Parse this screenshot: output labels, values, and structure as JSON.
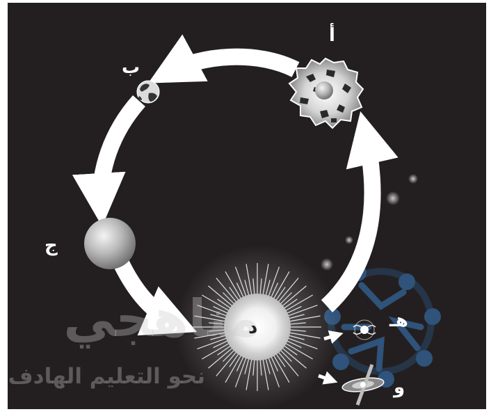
{
  "diagram": {
    "labels": {
      "a": "أ",
      "b": "ب",
      "c": "ج",
      "d": "د",
      "e": "هـ",
      "f": "و"
    },
    "stages": [
      {
        "key": "a",
        "object": "nebula-cloud"
      },
      {
        "key": "b",
        "object": "earth-like-planet"
      },
      {
        "key": "c",
        "object": "grey-sphere"
      },
      {
        "key": "d",
        "object": "bright-star"
      },
      {
        "key": "e",
        "object": "small-star-remnant"
      },
      {
        "key": "f",
        "object": "spiral-galaxy"
      }
    ]
  },
  "watermark": {
    "brand": "مناهجي",
    "tagline": "نحو التعليم الهادف"
  },
  "colors": {
    "background": "#231f20",
    "frame": "#ffffff",
    "arrow": "#ffffff",
    "watermark_blue": "#3a7fc4"
  }
}
